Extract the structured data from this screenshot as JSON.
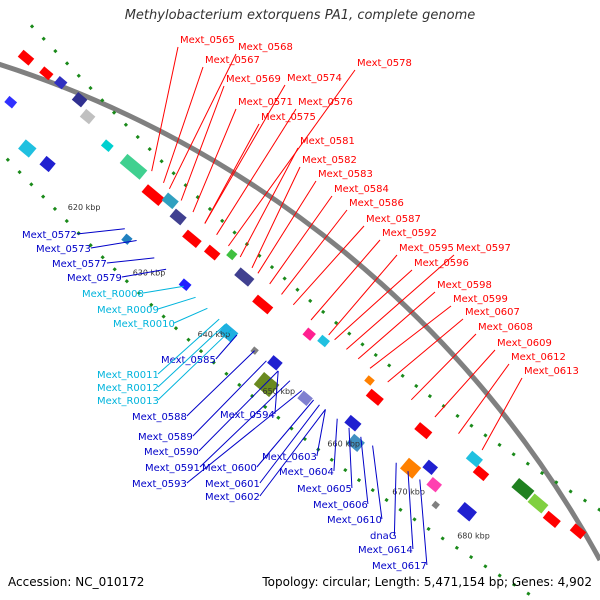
{
  "title": "Methylobacterium extorquens PA1, complete genome",
  "footer": {
    "accession": "Accession: NC_010172",
    "topology": "Topology: circular; Length: 5,471,154 bp; Genes: 4,902"
  },
  "colors": {
    "backbone": "#808080",
    "right_label": "#ff0000",
    "left_label": "#0000c8",
    "rna_label": "#00b4dc",
    "gc_dot": "#1a8a1a"
  },
  "kbp_ticks": [
    "620 kbp",
    "630 kbp",
    "640 kbp",
    "650 kbp",
    "660 kbp",
    "670 kbp",
    "680 kbp"
  ],
  "right_labels": [
    "Mext_0565",
    "Mext_0568",
    "Mext_0567",
    "Mext_0569",
    "Mext_0574",
    "Mext_0578",
    "Mext_0571",
    "Mext_0576",
    "Mext_0575",
    "Mext_0581",
    "Mext_0582",
    "Mext_0583",
    "Mext_0584",
    "Mext_0586",
    "Mext_0587",
    "Mext_0592",
    "Mext_0595",
    "Mext_0597",
    "Mext_0596",
    "Mext_0598",
    "Mext_0599",
    "Mext_0607",
    "Mext_0608",
    "Mext_0609",
    "Mext_0612",
    "Mext_0613"
  ],
  "left_labels": [
    "Mext_0572",
    "Mext_0573",
    "Mext_0577",
    "Mext_0579",
    "Mext_R0008",
    "Mext_R0009",
    "Mext_R0010",
    "Mext_0585",
    "Mext_R0011",
    "Mext_R0012",
    "Mext_R0013",
    "Mext_0588",
    "Mext_0594",
    "Mext_0589",
    "Mext_0590",
    "Mext_0591",
    "Mext_0593",
    "Mext_0600",
    "Mext_0603",
    "Mext_0604",
    "Mext_0601",
    "Mext_0602",
    "Mext_0605",
    "Mext_0606",
    "Mext_0610",
    "dnaG",
    "Mext_0614",
    "Mext_0617"
  ]
}
